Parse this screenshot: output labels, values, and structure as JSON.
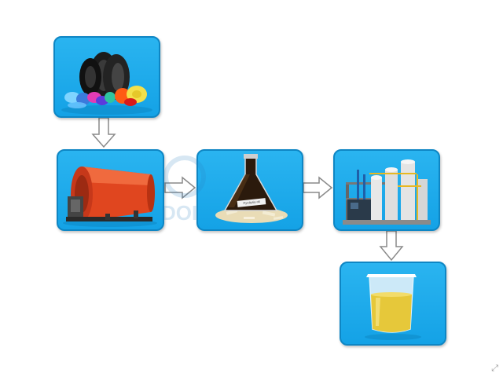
{
  "diagram": {
    "nodes": [
      {
        "id": "raw",
        "image": "waste tires and plastics"
      },
      {
        "id": "reactor",
        "image": "pyrolysis reactor"
      },
      {
        "id": "oil",
        "image": "pyrolysis oil in flask"
      },
      {
        "id": "distill",
        "image": "distillation plant"
      },
      {
        "id": "product",
        "image": "diesel in beaker"
      }
    ],
    "edges": [
      {
        "from": "raw",
        "to": "reactor"
      },
      {
        "from": "reactor",
        "to": "oil"
      },
      {
        "from": "oil",
        "to": "distill"
      },
      {
        "from": "distill",
        "to": "product"
      }
    ],
    "flask_label": "Pyrolysis oil",
    "watermark_text": "DOI",
    "corner_icon": "expand-icon"
  },
  "colors": {
    "box_fill": "#1aa8ea",
    "box_border": "#0e86c4",
    "arrow_fill": "#ffffff",
    "arrow_stroke": "#8a8a8a"
  }
}
